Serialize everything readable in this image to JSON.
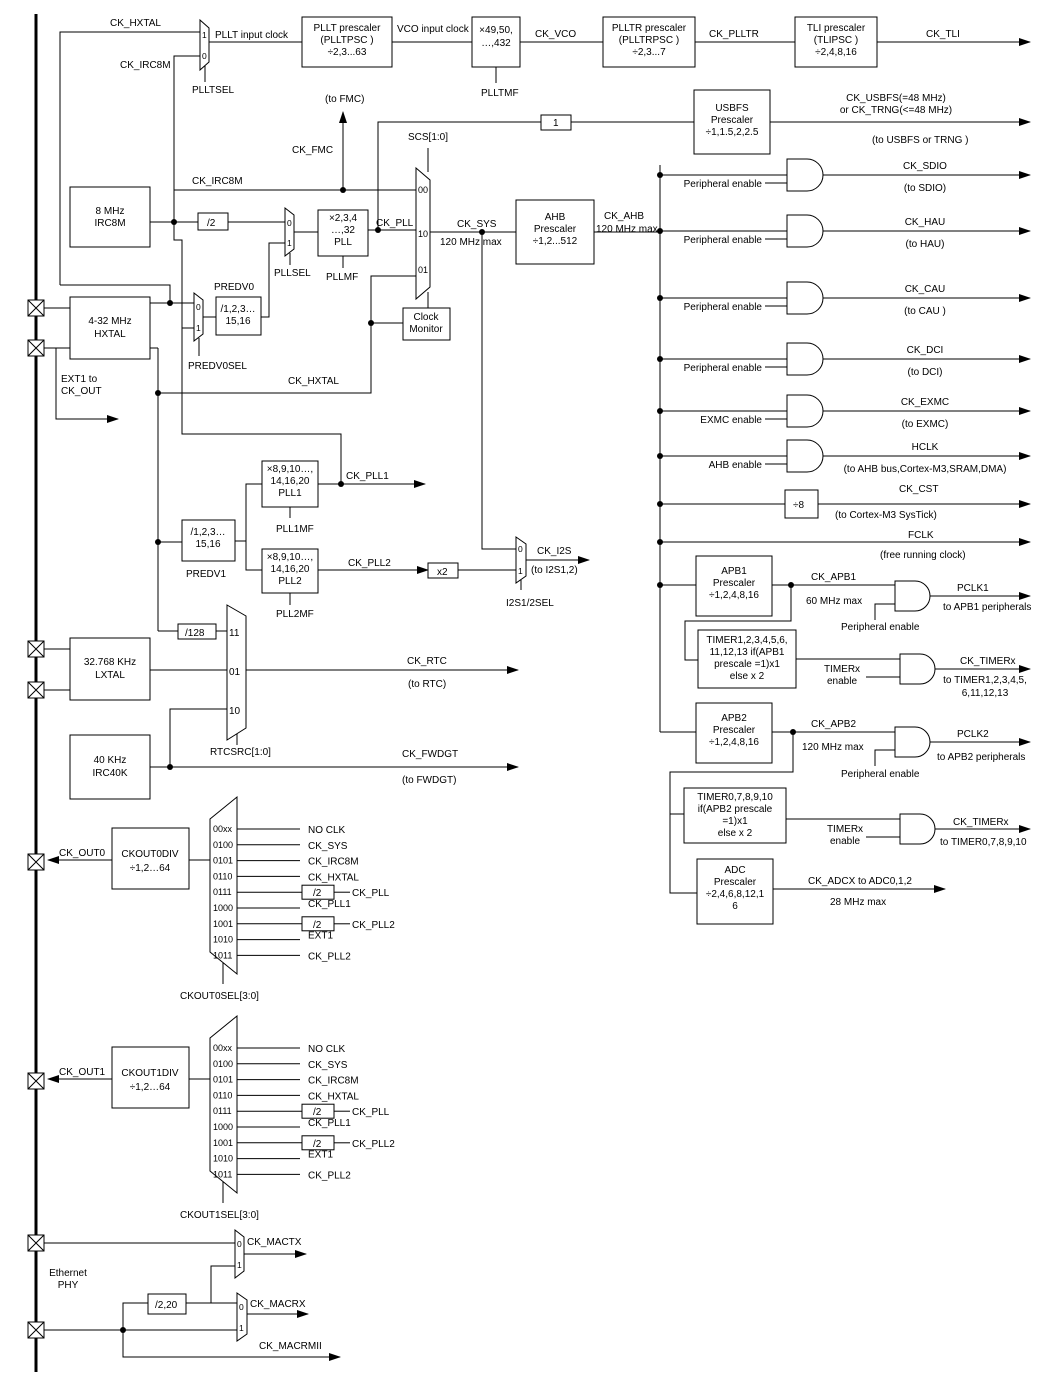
{
  "pins": {
    "hxtal": "4-32 MHz\nHXTAL",
    "lxtal": "32.768 KHz\nLXTAL",
    "irc8m": "8 MHz\nIRC8M",
    "irc40k": "40 KHz\nIRC40K",
    "ext1_to_ckout": "EXT1 to\nCK_OUT",
    "ethernet_phy": "Ethernet\nPHY"
  },
  "pllt": {
    "ck_hxtal": "CK_HXTAL",
    "ck_irc8m": "CK_IRC8M",
    "input_clock": "PLLT input clock",
    "sel": "PLLTSEL",
    "prescaler": "PLLT prescaler\n(PLLTPSC )\n÷2,3...63",
    "vco_input": "VCO input clock",
    "mult": "×49,50,\n…,432",
    "mf": "PLLTMF",
    "ck_vco": "CK_VCO",
    "pllr_prescaler": "PLLTR prescaler\n(PLLTRPSC )\n÷2,3...7",
    "ck_plltr": "CK_PLLTR",
    "tli_prescaler": "TLI prescaler\n(TLIPSC )\n÷2,4,8,16",
    "ck_tli": "CK_TLI",
    "mux_in": [
      "1",
      "0"
    ]
  },
  "fmc": {
    "to_fmc": "(to FMC)",
    "ck_fmc": "CK_FMC"
  },
  "usbfs": {
    "div1": "1",
    "prescaler": "USBFS\nPrescaler\n÷1,1.5,2,2.5",
    "out": "CK_USBFS(=48 MHz)\nor CK_TRNG(<=48 MHz)",
    "to": "(to USBFS or TRNG )"
  },
  "sys": {
    "scs": "SCS[1:0]",
    "ck_irc8m": "CK_IRC8M",
    "ck_pll": "CK_PLL",
    "ck_sys": "CK_SYS",
    "max": "120 MHz max",
    "mux_in": [
      "00",
      "10",
      "01"
    ],
    "clock_monitor": "Clock\nMonitor",
    "ck_hxtal": "CK_HXTAL"
  },
  "pll": {
    "div2": "/2",
    "mult": "×2,3,4\n…,32\nPLL",
    "mf": "PLLMF",
    "sel": "PLLSEL",
    "mux_in": [
      "0",
      "1"
    ],
    "predv0": "PREDV0",
    "predv0_div": "/1,2,3…\n15,16",
    "predv0sel": "PREDV0SEL"
  },
  "ahb": {
    "prescaler": "AHB\nPrescaler\n÷1,2...512",
    "ck_ahb": "CK_AHB",
    "max": "120 MHz max"
  },
  "periph": [
    {
      "enable": "Peripheral enable",
      "out": "CK_SDIO",
      "to": "(to SDIO)"
    },
    {
      "enable": "Peripheral enable",
      "out": "CK_HAU",
      "to": "(to HAU)"
    },
    {
      "enable": "Peripheral enable",
      "out": "CK_CAU",
      "to": "(to CAU )"
    },
    {
      "enable": "Peripheral enable",
      "out": "CK_DCI",
      "to": "(to DCI)"
    },
    {
      "enable": "EXMC enable",
      "out": "CK_EXMC",
      "to": "(to EXMC)"
    },
    {
      "enable": "AHB enable",
      "out": "HCLK",
      "to": "(to AHB bus,Cortex-M3,SRAM,DMA)"
    }
  ],
  "cst": {
    "div": "÷8",
    "out": "CK_CST",
    "to": "(to Cortex-M3 SysTick)"
  },
  "fclk": {
    "out": "FCLK",
    "to": "(free running clock)"
  },
  "apb1": {
    "prescaler": "APB1\nPrescaler\n÷1,2,4,8,16",
    "ck": "CK_APB1",
    "max": "60 MHz max",
    "pclk": "PCLK1",
    "to": "to APB1 peripherals",
    "enable": "Peripheral enable",
    "timer": "TIMER1,2,3,4,5,6,\n11,12,13 if(APB1\nprescale =1)x1\nelse x 2",
    "timer_enable": "TIMERx\nenable",
    "ck_timer": "CK_TIMERx",
    "timer_to": "to TIMER1,2,3,4,5,\n6,11,12,13"
  },
  "apb2": {
    "prescaler": "APB2\nPrescaler\n÷1,2,4,8,16",
    "ck": "CK_APB2",
    "max": "120 MHz max",
    "pclk": "PCLK2",
    "to": "to APB2 peripherals",
    "enable": "Peripheral enable",
    "timer": "TIMER0,7,8,9,10\nif(APB2 prescale\n=1)x1\nelse x 2",
    "timer_enable": "TIMERx\nenable",
    "ck_timer": "CK_TIMERx",
    "timer_to": "to TIMER0,7,8,9,10"
  },
  "adc": {
    "prescaler": "ADC\nPrescaler\n÷2,4,6,8,12,1\n6",
    "out": "CK_ADCX to ADC0,1,2",
    "max": "28 MHz max"
  },
  "pll12": {
    "ck_pll1": "CK_PLL1",
    "pll1": "×8,9,10…,\n14,16,20\nPLL1",
    "pll1mf": "PLL1MF",
    "predv1_div": "/1,2,3…\n15,16",
    "predv1": "PREDV1",
    "ck_pll2": "CK_PLL2",
    "pll2": "×8,9,10…,\n14,16,20\nPLL2",
    "pll2mf": "PLL2MF",
    "x2": "x2",
    "ck_i2s": "CK_I2S",
    "to_i2s": "(to I2S1,2)",
    "i2s_sel": "I2S1/2SEL",
    "mux_in": [
      "0",
      "1"
    ]
  },
  "rtc": {
    "div128": "/128",
    "mux_in": [
      "11",
      "01",
      "10"
    ],
    "ck_rtc": "CK_RTC",
    "to": "(to RTC)",
    "sel": "RTCSRC[1:0]",
    "ck_fwdgt": "CK_FWDGT",
    "to_fwdgt": "(to FWDGT)"
  },
  "ckout0": {
    "pin": "CK_OUT0",
    "div": "CKOUT0DIV\n÷1,2…64",
    "sel": "CKOUT0SEL[3:0]",
    "codes": [
      "00xx",
      "0100",
      "0101",
      "0110",
      "0111",
      "1000",
      "1001",
      "1010",
      "1011"
    ],
    "sources": [
      "NO CLK",
      "CK_SYS",
      "CK_IRC8M",
      "CK_HXTAL",
      "CK_PLL",
      "CK_PLL1",
      "CK_PLL2",
      "EXT1",
      "CK_PLL2"
    ],
    "div2": "/2"
  },
  "ckout1": {
    "pin": "CK_OUT1",
    "div": "CKOUT1DIV\n÷1,2…64",
    "sel": "CKOUT1SEL[3:0]",
    "codes": [
      "00xx",
      "0100",
      "0101",
      "0110",
      "0111",
      "1000",
      "1001",
      "1010",
      "1011"
    ],
    "sources": [
      "NO CLK",
      "CK_SYS",
      "CK_IRC8M",
      "CK_HXTAL",
      "CK_PLL",
      "CK_PLL1",
      "CK_PLL2",
      "EXT1",
      "CK_PLL2"
    ],
    "div2": "/2"
  },
  "mac": {
    "ck_mactx": "CK_MACTX",
    "ck_macrx": "CK_MACRX",
    "ck_macrmii": "CK_MACRMII",
    "div": "/2,20",
    "mux_in": [
      "0",
      "1"
    ]
  }
}
